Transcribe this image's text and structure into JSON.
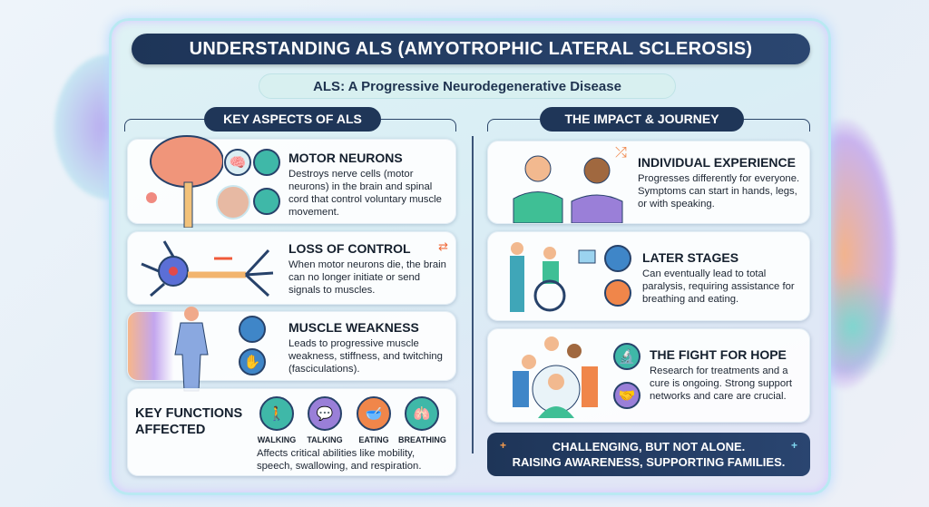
{
  "title": "UNDERSTANDING ALS (AMYOTROPHIC LATERAL SCLEROSIS)",
  "subtitle": "ALS: A Progressive Neurodegenerative Disease",
  "left": {
    "header": "KEY ASPECTS OF ALS",
    "cards": [
      {
        "title": "MOTOR NEURONS",
        "text": "Destroys nerve cells (motor neurons) in the brain and spinal cord that control voluntary muscle movement."
      },
      {
        "title": "LOSS OF CONTROL",
        "text": "When motor neurons die, the brain can no longer initiate or send signals to muscles."
      },
      {
        "title": "MUSCLE WEAKNESS",
        "text": "Leads to progressive muscle weakness, stiffness, and twitching (fasciculations)."
      },
      {
        "title": "KEY FUNCTIONS AFFECTED",
        "text": "Affects critical abilities like mobility, speech, swallowing, and respiration.",
        "functions": [
          "WALKING",
          "TALKING",
          "EATING",
          "BREATHING"
        ]
      }
    ]
  },
  "right": {
    "header": "THE IMPACT & JOURNEY",
    "cards": [
      {
        "title": "INDIVIDUAL EXPERIENCE",
        "text": "Progresses differently for everyone. Symptoms can start in hands, legs, or with speaking."
      },
      {
        "title": "LATER STAGES",
        "text": "Can eventually lead to total paralysis, requiring assistance for breathing and eating."
      },
      {
        "title": "THE FIGHT FOR HOPE",
        "text": "Research for treatments and a cure is ongoing. Strong support networks and care are crucial."
      }
    ]
  },
  "footer": {
    "line1": "CHALLENGING, BUT NOT ALONE.",
    "line2": "RAISING AWARENESS, SUPPORTING FAMILIES."
  },
  "colors": {
    "navy": "#1e3558",
    "accent_orange": "#f0864a",
    "accent_teal": "#3fb8b0",
    "accent_purple": "#9a7fd8"
  }
}
